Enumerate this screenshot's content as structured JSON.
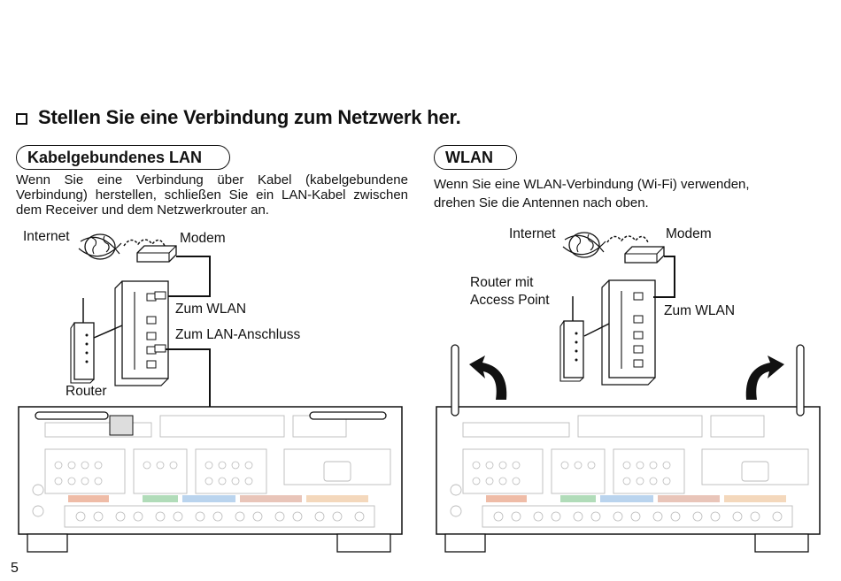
{
  "heading": "Stellen Sie eine Verbindung zum Netzwerk her.",
  "wired": {
    "title": "Kabelgebundenes LAN",
    "description": "Wenn Sie eine Verbindung über Kabel (kabelgebundene Verbindung) herstellen, schließen Sie ein LAN-Kabel zwischen dem Receiver und dem Netzwerkrouter an.",
    "labels": {
      "internet": "Internet",
      "modem": "Modem",
      "to_wlan": "Zum WLAN",
      "to_lan": "Zum LAN-Anschluss",
      "router": "Router"
    }
  },
  "wireless": {
    "title": "WLAN",
    "description_line1": "Wenn Sie eine WLAN-Verbindung (Wi-Fi) verwenden,",
    "description_line2": "drehen Sie die Antennen nach oben.",
    "labels": {
      "internet": "Internet",
      "modem": "Modem",
      "router_line1": "Router mit",
      "router_line2": "Access Point",
      "to_wlan": "Zum WLAN"
    }
  },
  "page_number": "5",
  "colors": {
    "text": "#111111",
    "front_band": "#e8a082",
    "center_band": "#9ed3a8",
    "surround_band": "#a9c9ea",
    "back_band": "#e3b7a8",
    "height_band": "#f0c8a0"
  }
}
